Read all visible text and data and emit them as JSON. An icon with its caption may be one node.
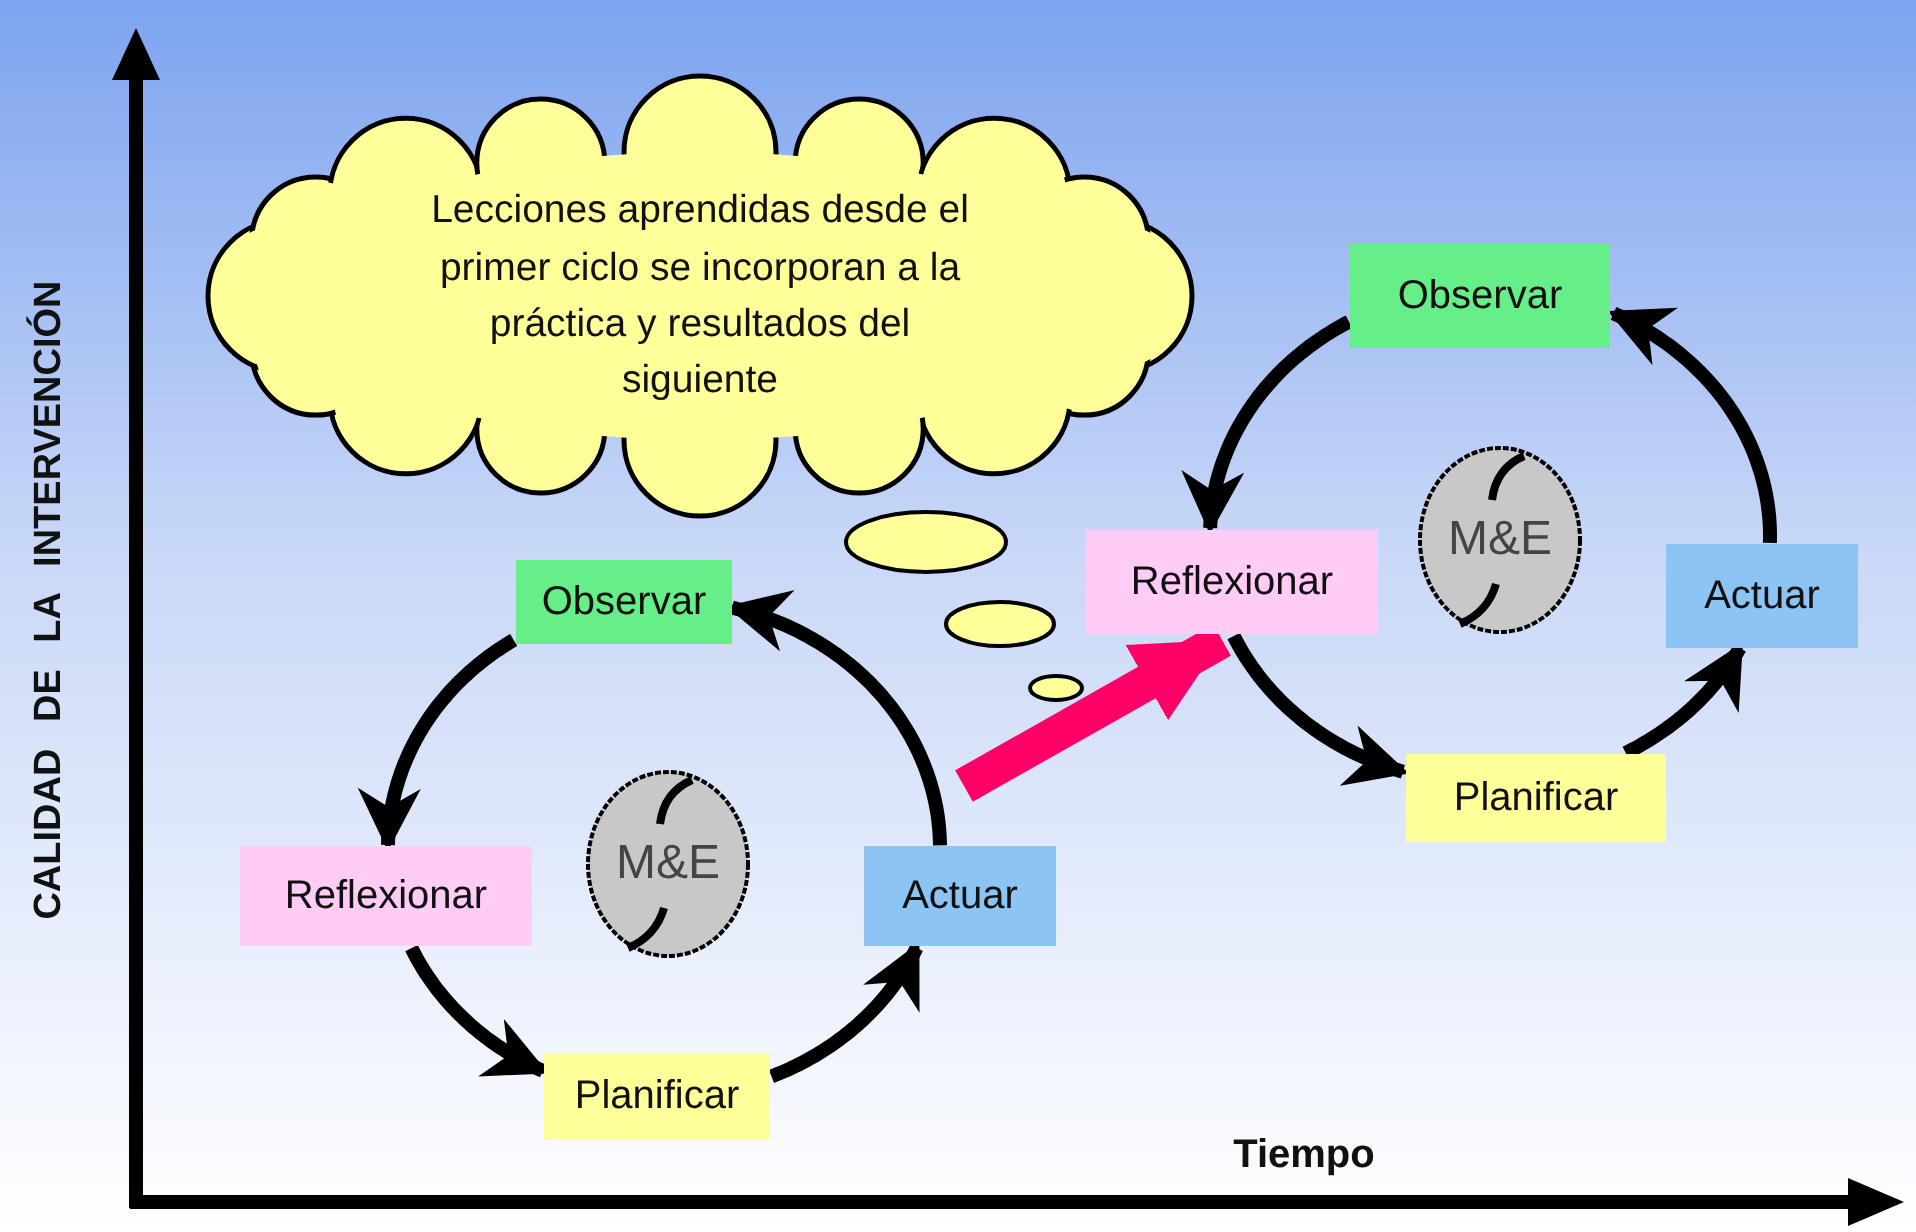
{
  "diagram": {
    "nodes": [
      {
        "text": [
          "Lecciones aprendidas desde el primer ciclo se incorporan a la práctica y resultados del siguiente"
        ]
      },
      {
        "text": [
          "Observar"
        ]
      },
      {
        "text": [
          "Reflexionar"
        ]
      },
      {
        "text": [
          "Actuar"
        ]
      },
      {
        "text": [
          "Planificar"
        ]
      },
      {
        "text": [
          "M&E"
        ]
      },
      {
        "text": [
          "Observar"
        ]
      },
      {
        "text": [
          "Reflexionar"
        ]
      },
      {
        "text": [
          "Actuar"
        ]
      },
      {
        "text": [
          "Planificar"
        ]
      },
      {
        "text": [
          "M&E"
        ]
      }
    ],
    "edges": [
      {
        "from": 1,
        "to": 2,
        "arrow": "to"
      },
      {
        "from": 2,
        "to": 4,
        "arrow": "to"
      },
      {
        "from": 4,
        "to": 3,
        "arrow": "to"
      },
      {
        "from": 3,
        "to": 1,
        "arrow": "to"
      },
      {
        "from": 6,
        "to": 7,
        "arrow": "to"
      },
      {
        "from": 7,
        "to": 9,
        "arrow": "to"
      },
      {
        "from": 9,
        "to": 8,
        "arrow": "to"
      },
      {
        "from": 8,
        "to": 6,
        "arrow": "to"
      },
      {
        "from": null,
        "to": 7,
        "arrow": "to",
        "style": "thick",
        "color": "#ff0066"
      }
    ],
    "labels": [
      "CALIDAD DE LA INTERVENCIÓN",
      "Tiempo"
    ]
  }
}
